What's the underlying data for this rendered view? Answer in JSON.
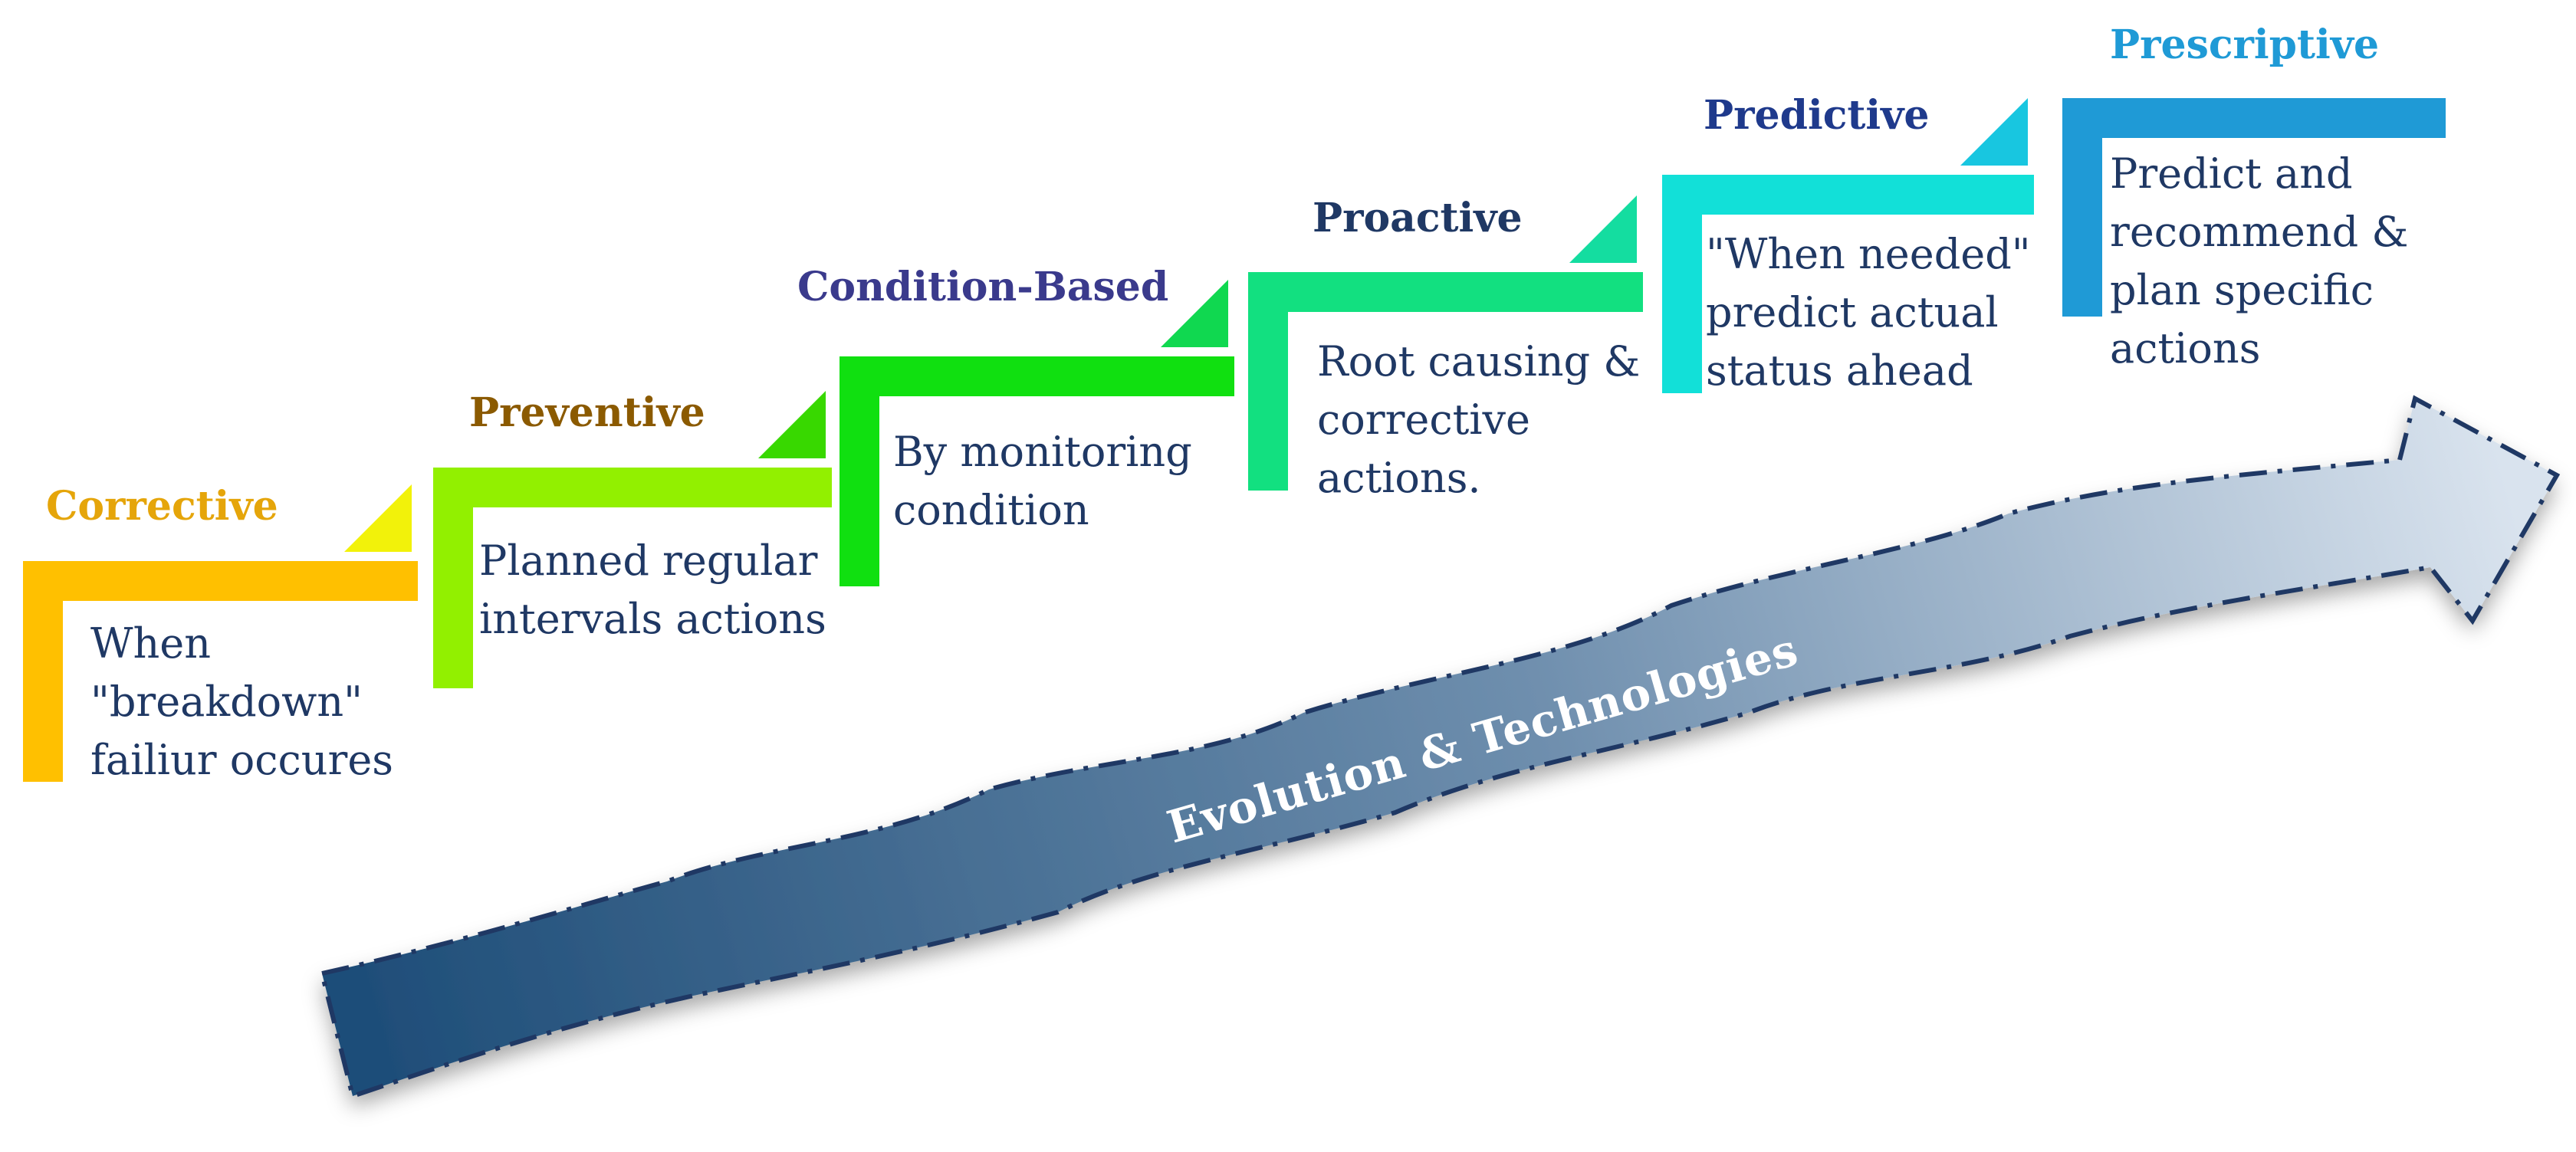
{
  "diagram": {
    "arrow_label": "Evolution & Technologies",
    "arrow_color_dark": "#1f4e79",
    "arrow_color_light": "#d9e3ee",
    "stages": [
      {
        "title": "Corrective",
        "title_color": "#e5a50a",
        "color": "#ffc000",
        "tip_color": "#f2f20a",
        "lines": [
          "When",
          "\"breakdown\"",
          "failiur occures"
        ]
      },
      {
        "title": "Preventive",
        "title_color": "#8b5a00",
        "color": "#92f000",
        "tip_color": "#38d800",
        "lines": [
          "Planned regular",
          "intervals actions"
        ]
      },
      {
        "title": "Condition-Based",
        "title_color": "#3a3a8c",
        "color": "#10e010",
        "tip_color": "#10d850",
        "lines": [
          "By monitoring",
          "condition"
        ]
      },
      {
        "title": "Proactive",
        "title_color": "#1f3864",
        "color": "#12e080",
        "tip_color": "#14dda0",
        "lines": [
          "Root causing &",
          "corrective",
          "actions."
        ]
      },
      {
        "title": "Predictive",
        "title_color": "#1f3a8c",
        "color": "#12e0d8",
        "tip_color": "#18c6e0",
        "lines": [
          "\"When needed\"",
          "predict actual",
          "status ahead"
        ]
      },
      {
        "title": "Prescriptive",
        "title_color": "#1f9ad6",
        "color": "#1f9ad6",
        "tip_color": "#1f9ad6",
        "lines": [
          "Predict and",
          "recommend &",
          "plan specific",
          "actions"
        ]
      }
    ]
  }
}
